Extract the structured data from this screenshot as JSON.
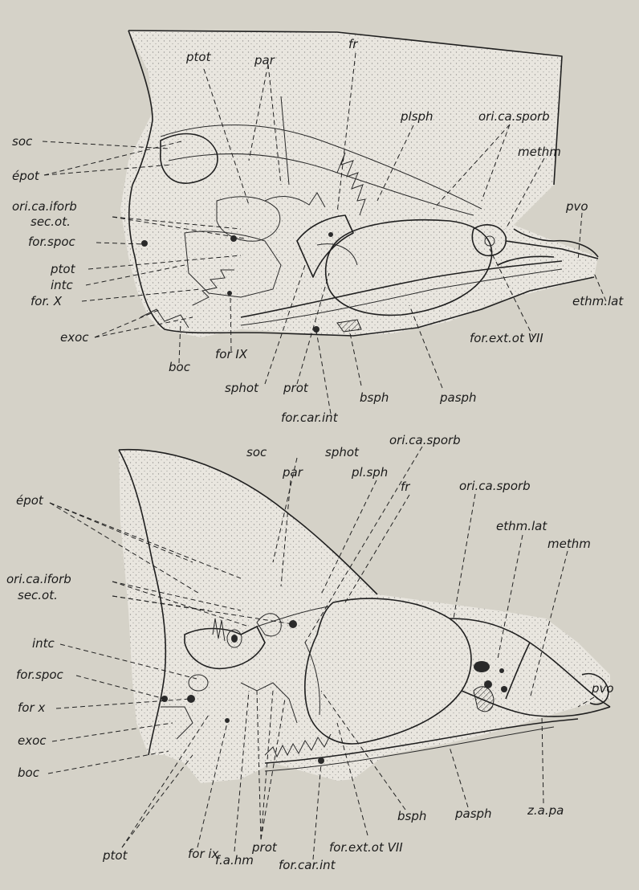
{
  "figure_top": {
    "labels": [
      "ptot",
      "par",
      "fr",
      "plsph",
      "ori.ca.sporb",
      "soc",
      "methm",
      "épot",
      "pvo",
      "ori.ca.iforb",
      "sec.ot.",
      "for.spoc",
      "ptot",
      "intc",
      "for. X",
      "ethm.lat",
      "for.ext.ot VII",
      "exoc",
      "for IX",
      "boc",
      "sphot",
      "prot",
      "bsph",
      "pasph",
      "for.car.int"
    ]
  },
  "figure_bottom": {
    "labels": [
      "soc",
      "sphot",
      "ori.ca.sporb",
      "par",
      "pl.sph",
      "fr",
      "épot",
      "ori.ca.sporb",
      "ethm.lat",
      "methm",
      "ori.ca.iforb",
      "sec.ot.",
      "intc",
      "for.spoc",
      "pvo",
      "for x",
      "exoc",
      "boc",
      "z.a.pa",
      "pasph",
      "bsph",
      "ptot",
      "for ix",
      "f.a.hm",
      "prot",
      "for.ext.ot VII",
      "for.car.int"
    ]
  }
}
